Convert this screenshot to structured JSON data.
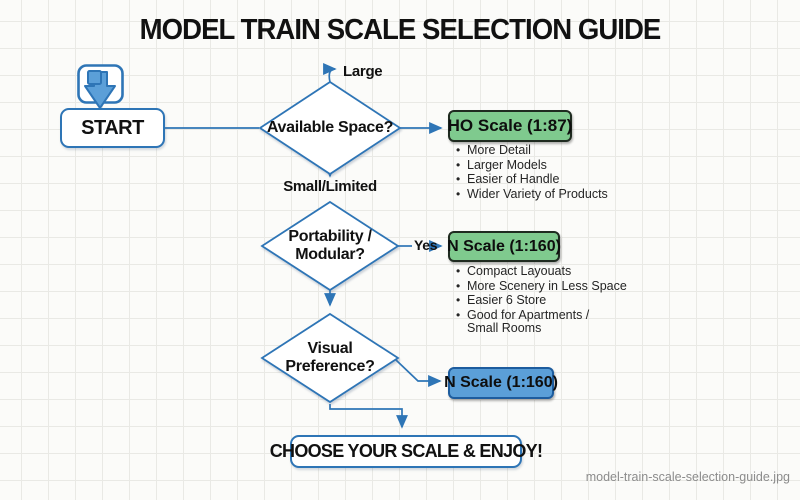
{
  "title": "MODEL TRAIN SCALE SELECTION GUIDE",
  "caption": "model-train-scale-selection-guide.jpg",
  "colors": {
    "line_blue": "#2e75b6",
    "green_fill": "#7fca8e",
    "blue_fill": "#5b9fd8",
    "text": "#111111",
    "caption_gray": "#8c8c8c"
  },
  "nodes": {
    "start": {
      "label": "START",
      "icon": "download-arrow-icon"
    },
    "decision1": {
      "label": "Available Space?"
    },
    "decision2": {
      "label": "Portability /\nModular?"
    },
    "decision3": {
      "label": "Visual\nPreference?"
    },
    "result_ho": {
      "label": "HO Scale (1:87)",
      "bullets": [
        "More Detail",
        "Larger Models",
        "Easier of Handle",
        "Wider Variety of Products"
      ]
    },
    "result_n_green": {
      "label": "N Scale (1:160)",
      "bullets": [
        "Compact Layouats",
        "More Scenery in Less Space",
        "Easier 6 Store",
        "Good for Apartments /\nSmall Rooms"
      ]
    },
    "result_n_blue": {
      "label": "N Scale (1:160)"
    },
    "end": {
      "label": "CHOOSE YOUR SCALE & ENJOY!"
    }
  },
  "edge_labels": {
    "large": "Large",
    "small_limited": "Small/Limited",
    "yes": "Yes"
  }
}
